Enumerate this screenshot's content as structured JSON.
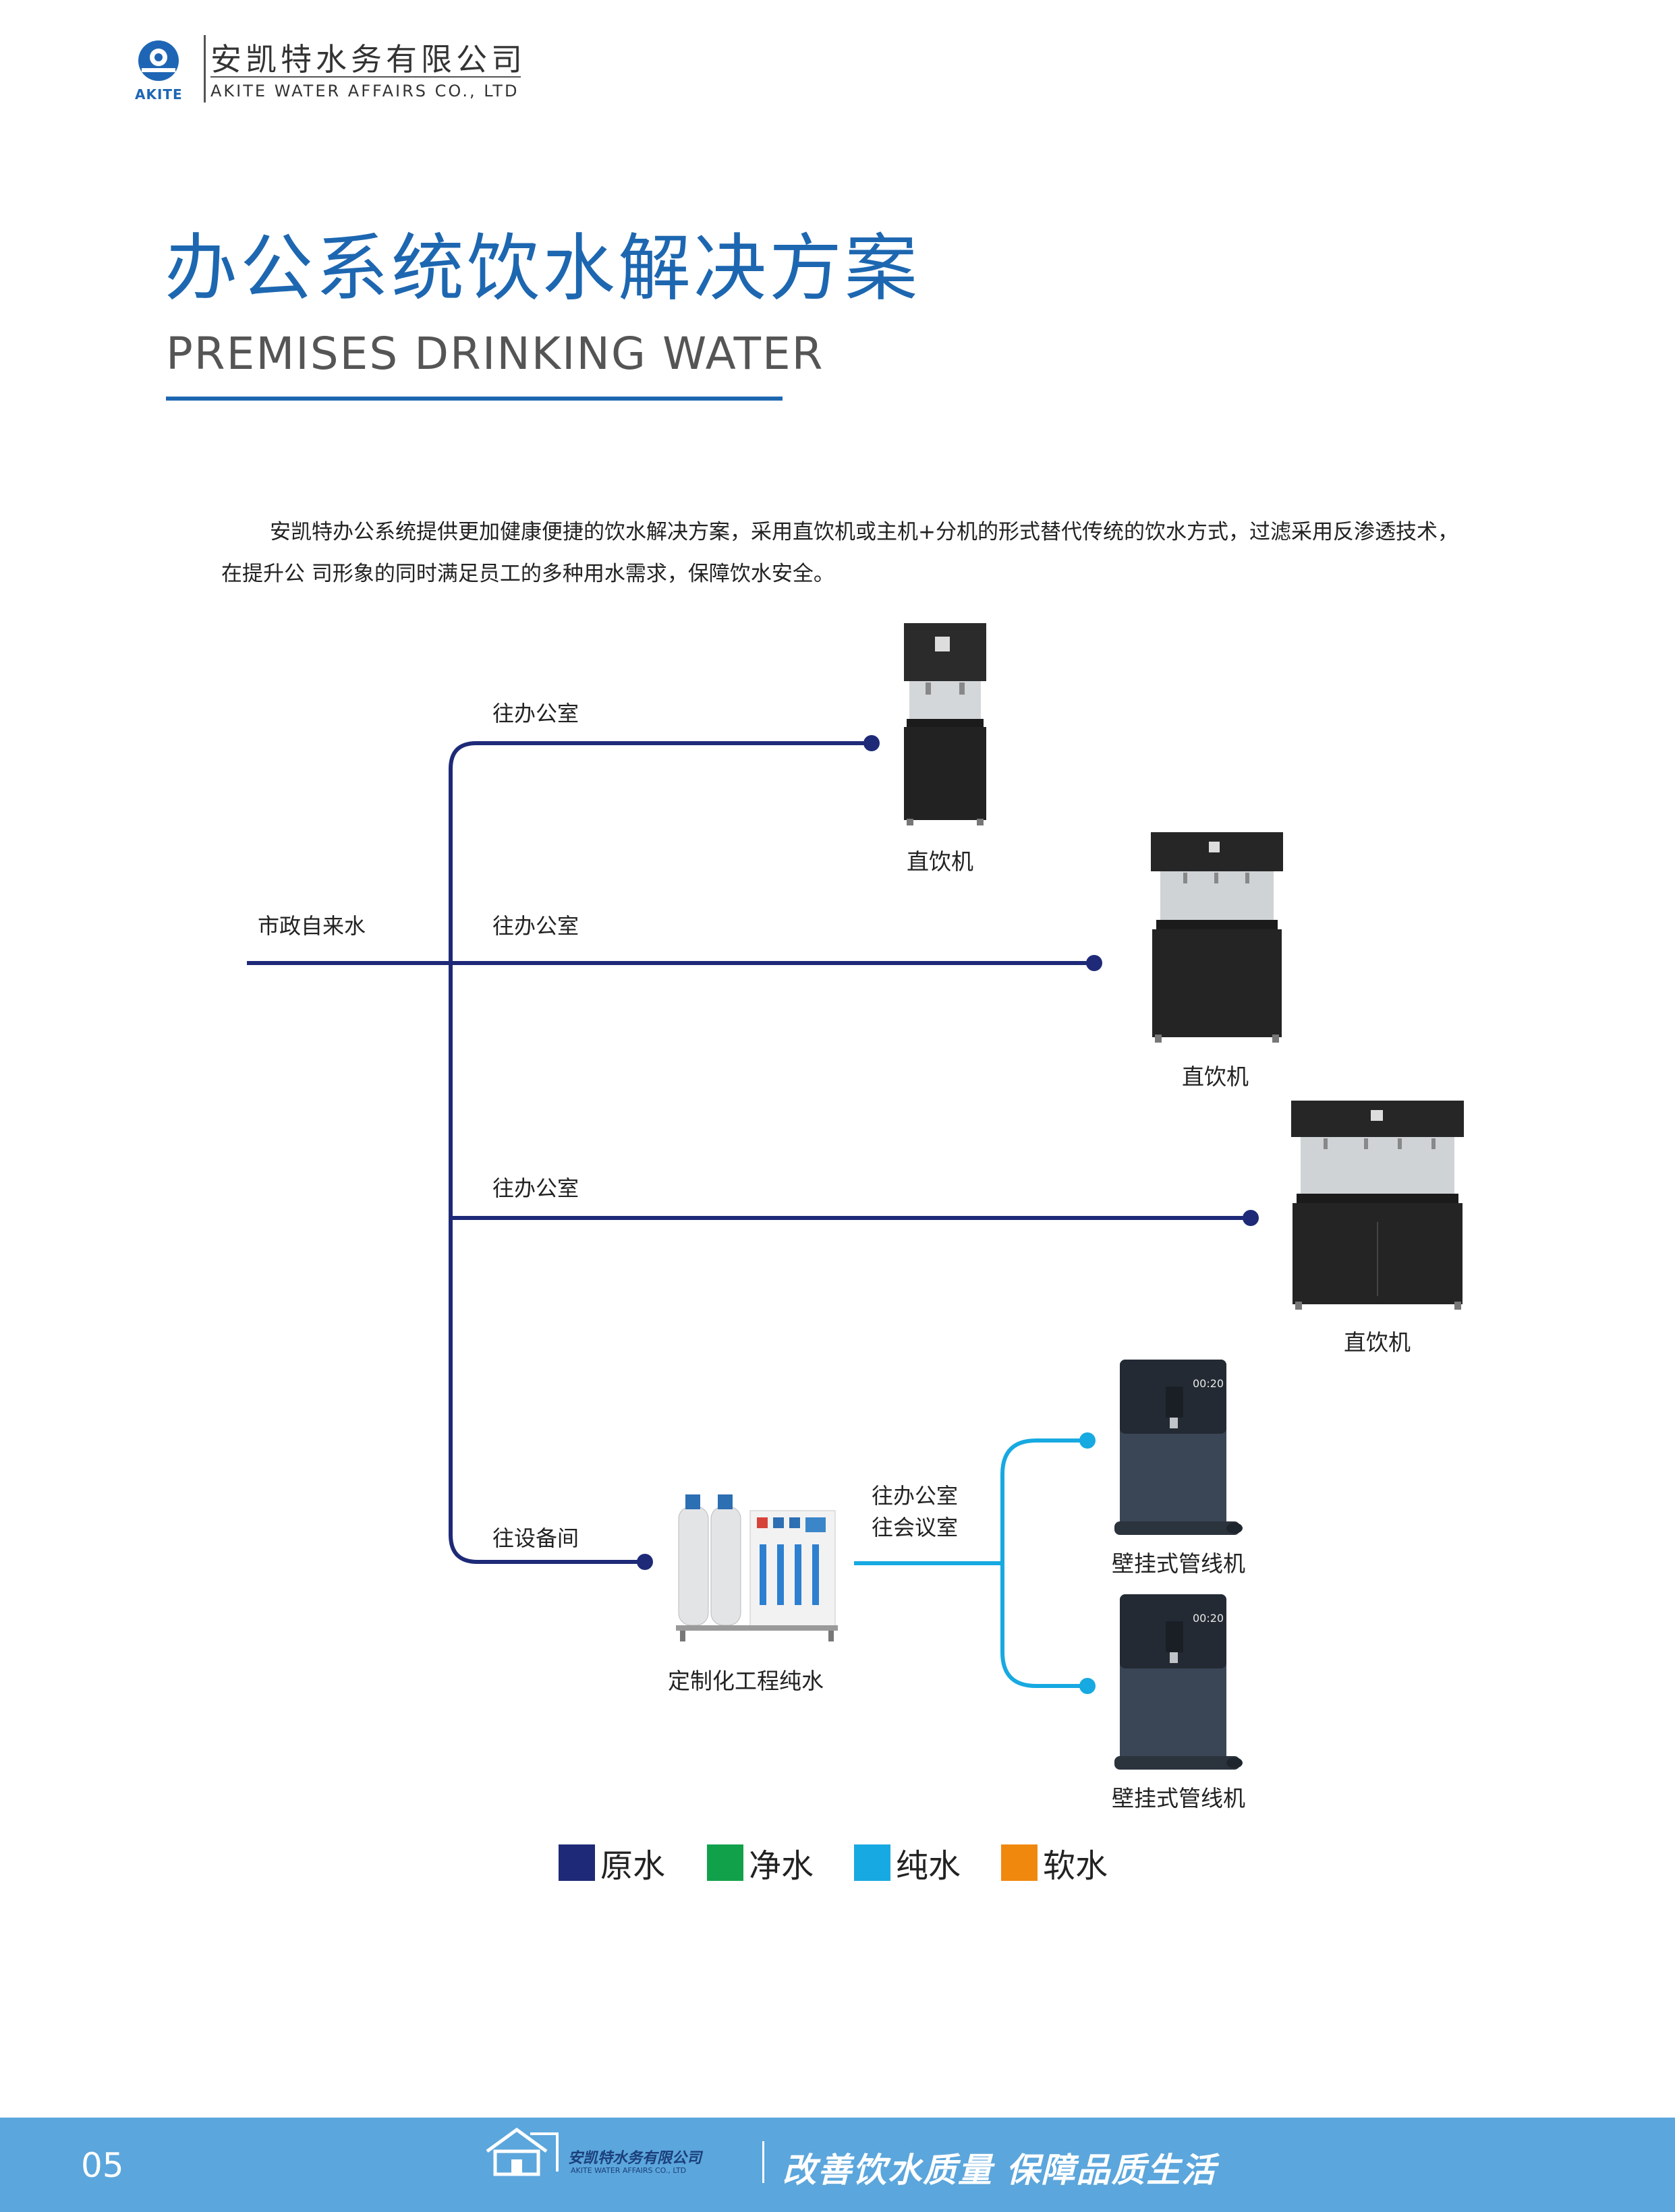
{
  "header": {
    "logo_text": "AKITE",
    "company_cn": "安凯特水务有限公司",
    "company_en": "AKITE WATER AFFAIRS CO., LTD"
  },
  "title": {
    "cn": "办公系统饮水解决方案",
    "en": "PREMISES DRINKING WATER"
  },
  "intro": {
    "text": "安凯特办公系统提供更加健康便捷的饮水解决方案，采用直饮机或主机+分机的形式替代传统的饮水方式，过滤采用反渗透技术，在提升公 司形象的同时满足员工的多种用水需求，保障饮水安全。"
  },
  "diagram": {
    "source_label": "市政自来水",
    "branches": [
      {
        "route_label": "往办公室",
        "machine_label": "直饮机"
      },
      {
        "route_label": "往办公室",
        "machine_label": "直饮机"
      },
      {
        "route_label": "往办公室",
        "machine_label": "直饮机"
      },
      {
        "route_label": "往设备间",
        "machine_label": "定制化工程纯水"
      }
    ],
    "pure_route_label_1": "往办公室",
    "pure_route_label_2": "往会议室",
    "wall_units": [
      {
        "machine_label": "壁挂式管线机",
        "display": "00:20"
      },
      {
        "machine_label": "壁挂式管线机",
        "display": "00:20"
      }
    ],
    "colors": {
      "raw": "#1e2a78",
      "pure": "#17a9e1"
    }
  },
  "legend": [
    {
      "label": "原水",
      "color": "#1e2a78"
    },
    {
      "label": "净水",
      "color": "#12a14b"
    },
    {
      "label": "纯水",
      "color": "#17a9e1"
    },
    {
      "label": "软水",
      "color": "#f0880e"
    }
  ],
  "footer": {
    "page_number": "05",
    "company_cn": "安凯特水务有限公司",
    "company_en": "AKITE WATER AFFAIRS CO., LTD",
    "slogan": "改善饮水质量  保障品质生活"
  }
}
